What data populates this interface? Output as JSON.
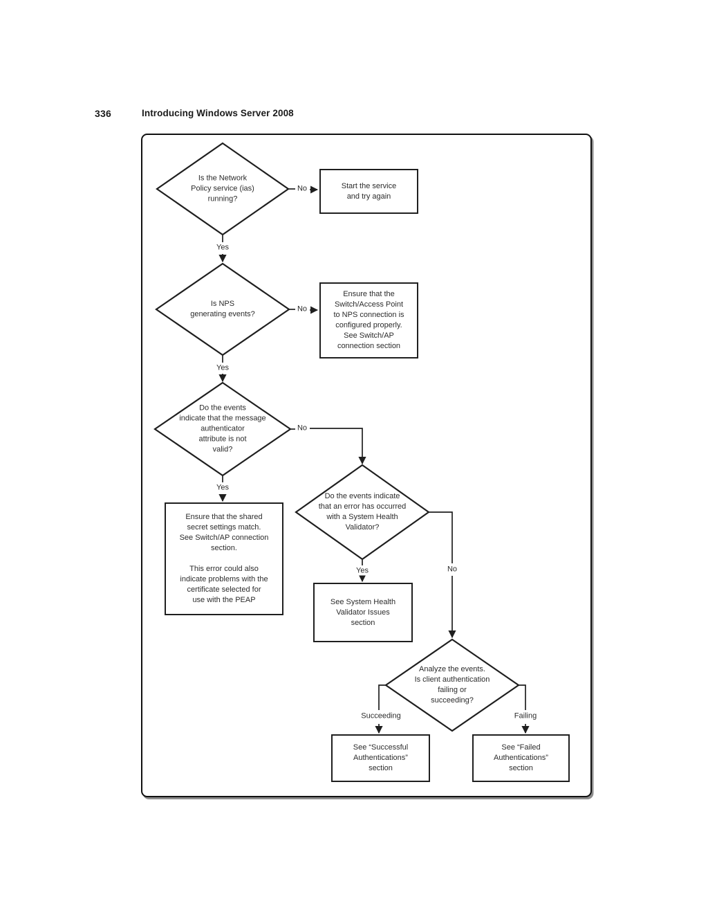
{
  "page": {
    "number": "336",
    "title": "Introducing Windows Server 2008"
  },
  "colors": {
    "line": "#1f1f1f",
    "text": "#2b2b2b",
    "background": "#ffffff"
  },
  "flowchart": {
    "diamonds": [
      {
        "id": "is-nps-running",
        "text": "Is the Network\nPolicy service (ias)\nrunning?"
      },
      {
        "id": "is-nps-generating-events",
        "text": "Is NPS\ngenerating events?"
      },
      {
        "id": "message-authenticator-invalid",
        "text": "Do the events\nindicate that the message\nauthenticator\nattribute is not\nvalid?"
      },
      {
        "id": "shv-error",
        "text": "Do the events indicate\nthat an error has occurred\nwith a System Health\nValidator?"
      },
      {
        "id": "analyze-events",
        "text": "Analyze the events.\nIs client authentication\nfailing or\nsucceeding?"
      }
    ],
    "boxes": [
      {
        "id": "start-service",
        "text": "Start the service\nand try again"
      },
      {
        "id": "check-switch-connection",
        "text": "Ensure that the\nSwitch/Access Point\nto NPS connection is\nconfigured properly.\nSee Switch/AP\nconnection section"
      },
      {
        "id": "check-shared-secret",
        "text": "Ensure that the shared\nsecret settings match.\nSee Switch/AP connection\nsection.\n\nThis error could also\nindicate problems with the\ncertificate selected for\nuse with the PEAP"
      },
      {
        "id": "see-shv-issues",
        "text": "See System Health\nValidator Issues\nsection"
      },
      {
        "id": "see-successful-auth",
        "text": "See “Successful\nAuthentications”\nsection"
      },
      {
        "id": "see-failed-auth",
        "text": "See “Failed\nAuthentications”\nsection"
      }
    ],
    "labels": {
      "no1": "No",
      "no2": "No",
      "no3": "No",
      "no4": "No",
      "yes1": "Yes",
      "yes2": "Yes",
      "yes3": "Yes",
      "yes4": "Yes",
      "succeeding": "Succeeding",
      "failing": "Failing"
    }
  }
}
